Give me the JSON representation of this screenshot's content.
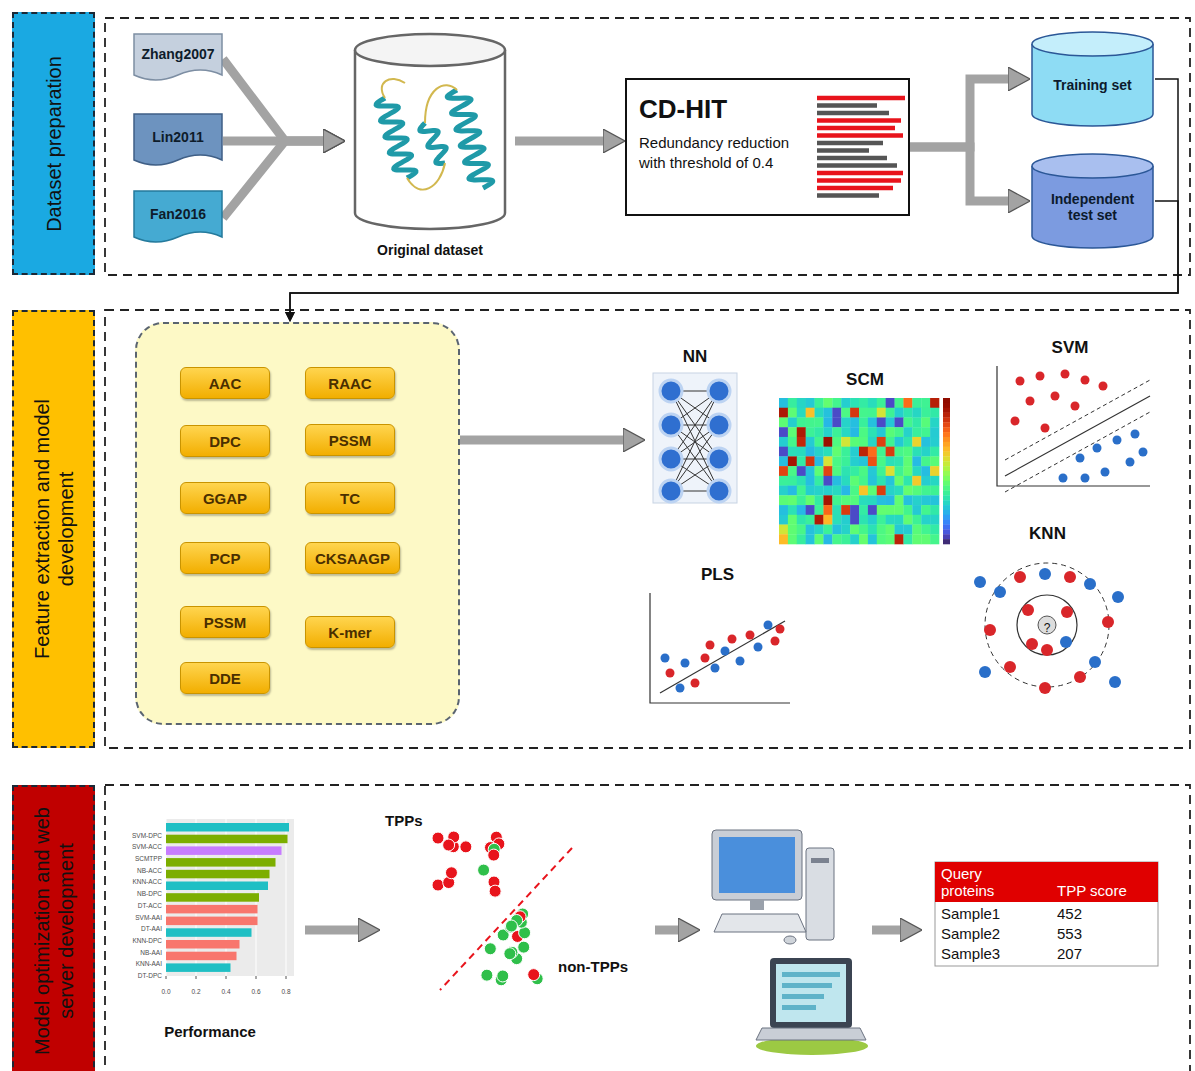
{
  "diagram": {
    "nodes": [
      {
        "text": [
          "Dataset preparation"
        ]
      },
      {
        "text": [
          "Zhang2007"
        ]
      },
      {
        "text": [
          "Lin2011"
        ]
      },
      {
        "text": [
          "Fan2016"
        ]
      },
      {
        "text": [
          "Original dataset"
        ]
      },
      {
        "text": [
          "CD-HIT",
          "Redundancy reduction with threshold of 0.4"
        ]
      },
      {
        "text": [
          "Training set"
        ]
      },
      {
        "text": [
          "Independent test set"
        ]
      },
      {
        "text": [
          "Feature extraction and model development"
        ]
      },
      {
        "text": []
      },
      {
        "text": [
          "AAC"
        ],
        "in": 9
      },
      {
        "text": [
          "RAAC"
        ],
        "in": 9
      },
      {
        "text": [
          "DPC"
        ],
        "in": 9
      },
      {
        "text": [
          "PSSM"
        ],
        "in": 9
      },
      {
        "text": [
          "GGAP"
        ],
        "in": 9
      },
      {
        "text": [
          "TC"
        ],
        "in": 9
      },
      {
        "text": [
          "PCP"
        ],
        "in": 9
      },
      {
        "text": [
          "CKSAAGP"
        ],
        "in": 9
      },
      {
        "text": [
          "PSSM"
        ],
        "in": 9
      },
      {
        "text": [
          "K-mer"
        ],
        "in": 9
      },
      {
        "text": [
          "DDE"
        ],
        "in": 9
      },
      {
        "text": [
          "NN"
        ]
      },
      {
        "text": [
          "SCM"
        ]
      },
      {
        "text": [
          "SVM"
        ]
      },
      {
        "text": [
          "KNN"
        ]
      },
      {
        "text": [
          "PLS"
        ]
      },
      {
        "text": [
          "Model optimization and web server development"
        ]
      },
      {
        "text": [
          "Performance"
        ]
      },
      {
        "text": [
          "TPPs",
          "non-TPPs"
        ]
      }
    ],
    "edges": [
      {
        "from": 1,
        "to": 4,
        "arrow": "to"
      },
      {
        "from": 2,
        "to": 4,
        "arrow": "to"
      },
      {
        "from": 3,
        "to": 4,
        "arrow": "to"
      },
      {
        "from": 4,
        "to": 5,
        "arrow": "to"
      },
      {
        "from": 5,
        "to": 6,
        "arrow": "to"
      },
      {
        "from": 5,
        "to": 7,
        "arrow": "to"
      },
      {
        "from": 6,
        "to": 9,
        "arrow": "to"
      },
      {
        "from": 7,
        "to": 9,
        "arrow": "to"
      },
      {
        "from": 9,
        "to": 21,
        "arrow": "to"
      },
      {
        "from": 27,
        "to": 28,
        "arrow": "to"
      }
    ],
    "labels": [
      "SVM-DPC",
      "SVM-ACC",
      "SCMTPP",
      "NB-ACC",
      "KNN-ACC",
      "NB-DPC",
      "DT-ACC",
      "SVM-AAI",
      "DT-AAI",
      "KNN-DPC",
      "NB-AAI",
      "KNN-AAI",
      "DT-DPC",
      "0.0",
      "0.2",
      "0.4",
      "0.6",
      "0.8",
      "Query proteins",
      "TPP score",
      "Sample1",
      "452",
      "Sample2",
      "553",
      "Sample3",
      "207",
      "?"
    ]
  }
}
